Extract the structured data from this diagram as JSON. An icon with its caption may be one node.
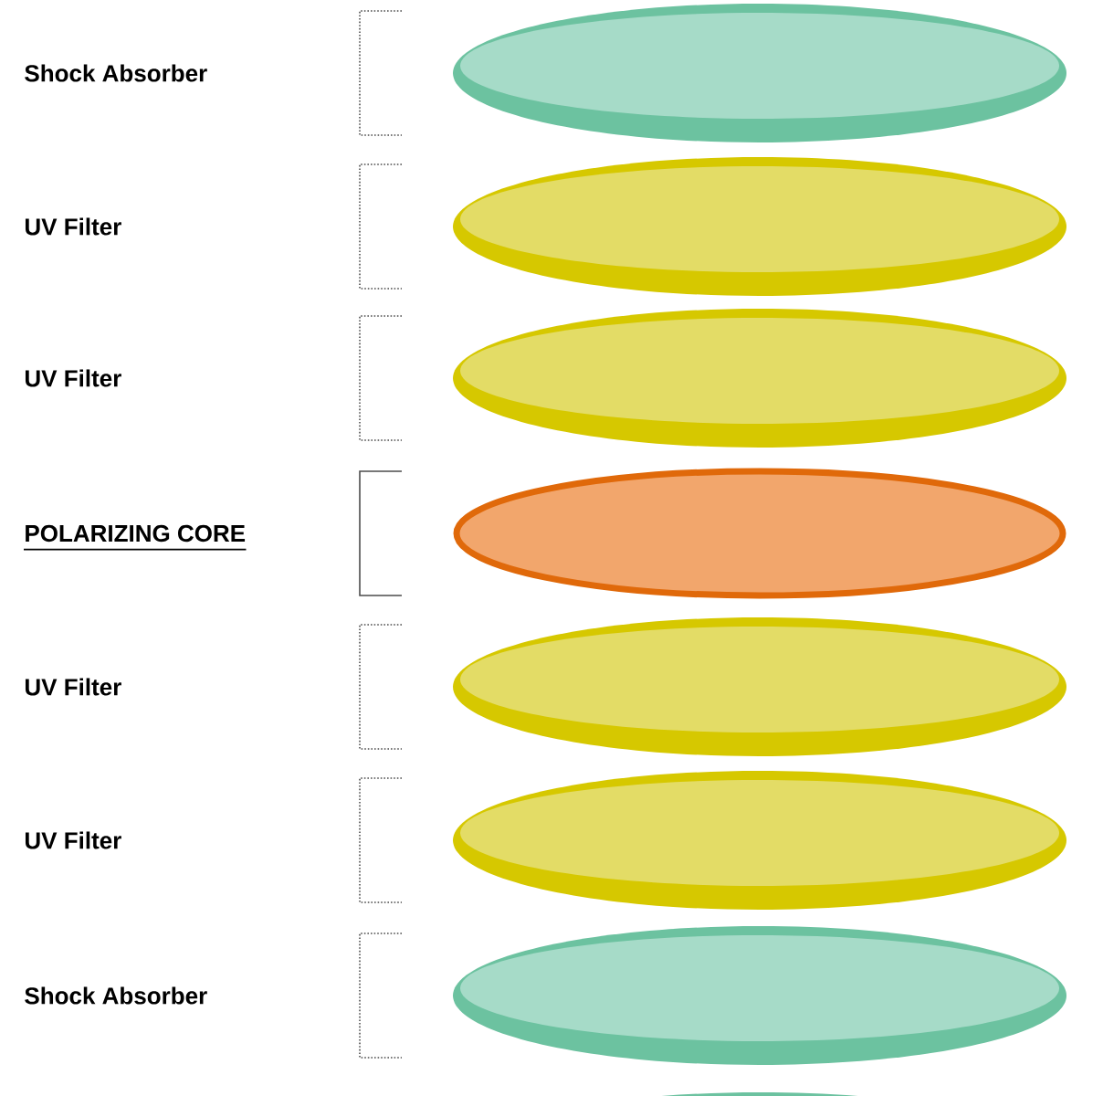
{
  "diagram": {
    "nodes": [
      {
        "text": [],
        "shape": "disc"
      },
      {
        "text": [],
        "shape": "disc"
      },
      {
        "text": [],
        "shape": "disc"
      },
      {
        "text": [],
        "shape": "disc"
      },
      {
        "text": [],
        "shape": "disc"
      },
      {
        "text": [],
        "shape": "disc"
      },
      {
        "text": [],
        "shape": "disc"
      },
      {
        "text": [],
        "shape": "disc"
      }
    ],
    "labels": [
      "Shock Absorber",
      "UV Filter",
      "UV Filter",
      "POLARIZING CORE",
      "UV Filter",
      "UV Filter",
      "Shock Absorber"
    ]
  }
}
